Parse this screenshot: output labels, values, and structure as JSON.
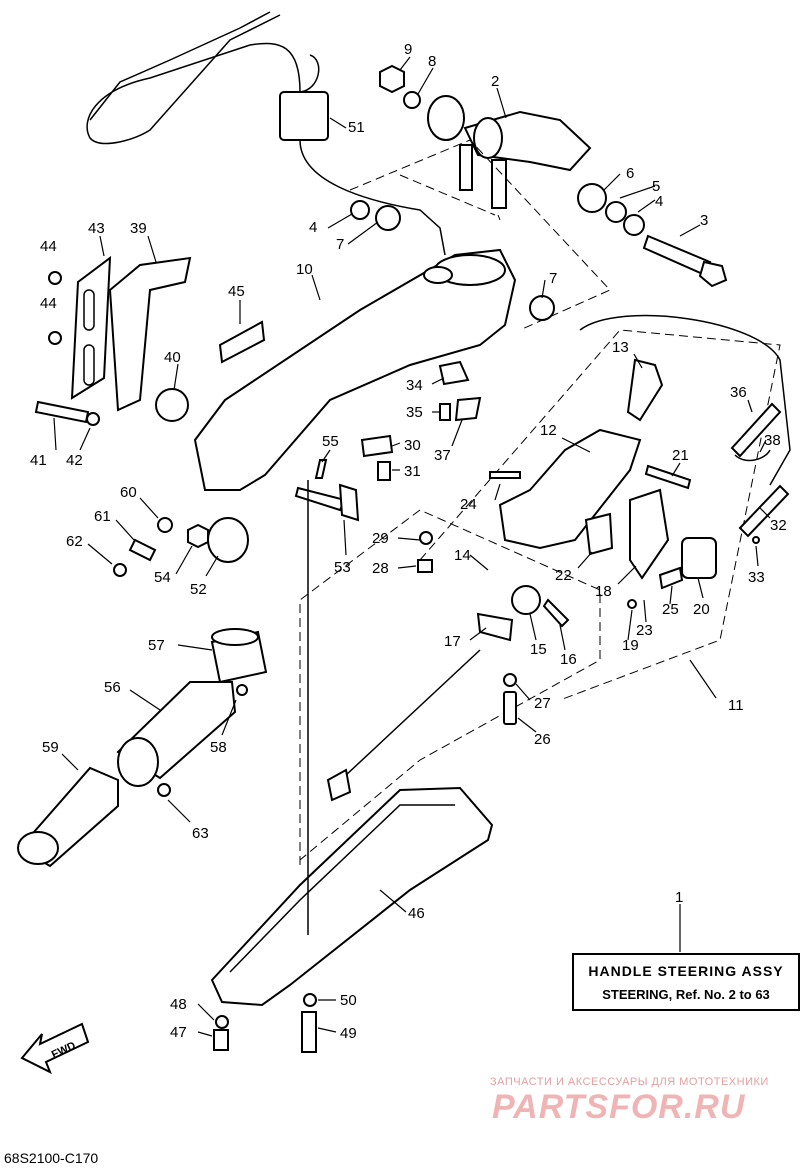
{
  "callouts": [
    "1",
    "2",
    "3",
    "4",
    "4",
    "5",
    "6",
    "7",
    "7",
    "8",
    "9",
    "10",
    "11",
    "12",
    "13",
    "14",
    "15",
    "16",
    "17",
    "18",
    "19",
    "20",
    "21",
    "22",
    "23",
    "24",
    "25",
    "26",
    "27",
    "28",
    "29",
    "30",
    "31",
    "32",
    "33",
    "34",
    "35",
    "36",
    "37",
    "38",
    "39",
    "40",
    "41",
    "42",
    "43",
    "44",
    "44",
    "45",
    "46",
    "47",
    "48",
    "49",
    "50",
    "51",
    "52",
    "53",
    "54",
    "55",
    "56",
    "57",
    "58",
    "59",
    "60",
    "61",
    "62",
    "63"
  ],
  "title_box": {
    "line1": "HANDLE  STEERING ASSY",
    "line2": "STEERING, Ref. No. 2 to 63"
  },
  "direction_label": "FWD",
  "diagram_code": "68S2100-C170",
  "watermark": {
    "tagline": "ЗАПЧАСТИ И АКСЕССУАРЫ ДЛЯ МОТОТЕХНИКИ",
    "brand": "PARTSFOR.RU"
  }
}
